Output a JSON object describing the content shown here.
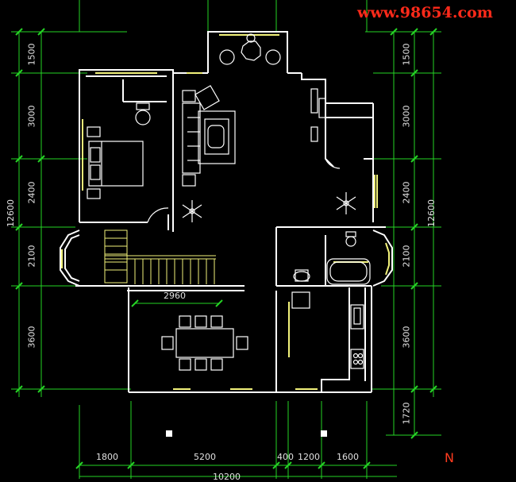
{
  "watermark": "www.98654.com",
  "north_label": "N",
  "left_dims": [
    "1500",
    "3000",
    "2400",
    "2100",
    "3600"
  ],
  "left_total": "12600",
  "right_dims": [
    "1500",
    "3000",
    "2400",
    "2100",
    "3600",
    "1720"
  ],
  "right_total": "12600",
  "bottom_dims": [
    "1800",
    "5200",
    "400",
    "1200",
    "1600"
  ],
  "bottom_total": "10200",
  "inner_dim": "2960",
  "colors": {
    "wall": "#ffffff",
    "window": "#f2f27a",
    "dimension": "#25d425",
    "text": "#e0e0e0",
    "watermark": "#ff2a1a"
  }
}
